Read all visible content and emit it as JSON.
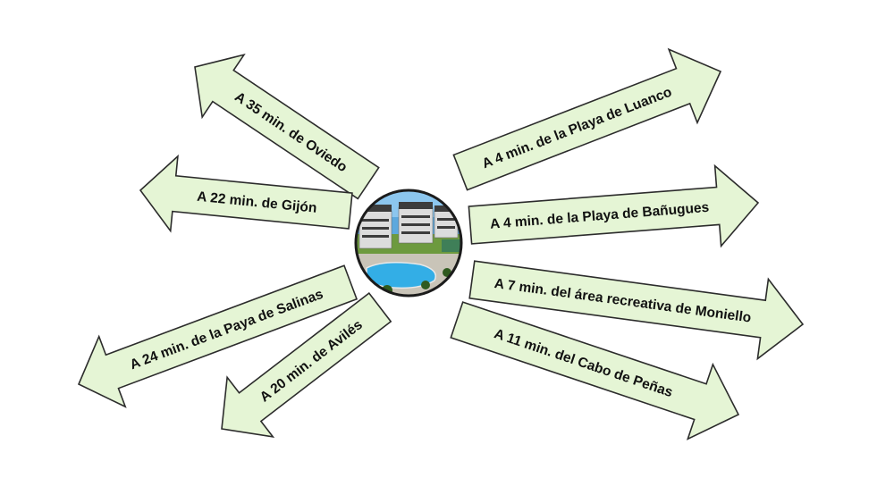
{
  "center_photo": {
    "description_icon": "building-photo-icon"
  },
  "colors": {
    "arrow_fill": "#e5f5d5",
    "arrow_stroke": "#2c2c2c",
    "text": "#111111",
    "sky": "#5da8dd",
    "pool": "#33aee6",
    "grass": "#6d9a3e"
  },
  "arrows": [
    {
      "id": "oviedo",
      "label": "A 35 min. de Oviedo",
      "direction": "left"
    },
    {
      "id": "gijon",
      "label": "A 22 min. de Gijón",
      "direction": "left"
    },
    {
      "id": "salinas",
      "label": "A 24 min. de la Paya de Salinas",
      "direction": "left"
    },
    {
      "id": "aviles",
      "label": "A 20 min. de Avilés",
      "direction": "left"
    },
    {
      "id": "luanco",
      "label": "A 4 min. de la Playa de Luanco",
      "direction": "right"
    },
    {
      "id": "banugues",
      "label": "A 4 min. de la Playa de Bañugues",
      "direction": "right"
    },
    {
      "id": "moniello",
      "label": "A 7 min. del área recreativa de Moniello",
      "direction": "right"
    },
    {
      "id": "penas",
      "label": "A 11 min.  del Cabo de Peñas",
      "direction": "right"
    }
  ]
}
